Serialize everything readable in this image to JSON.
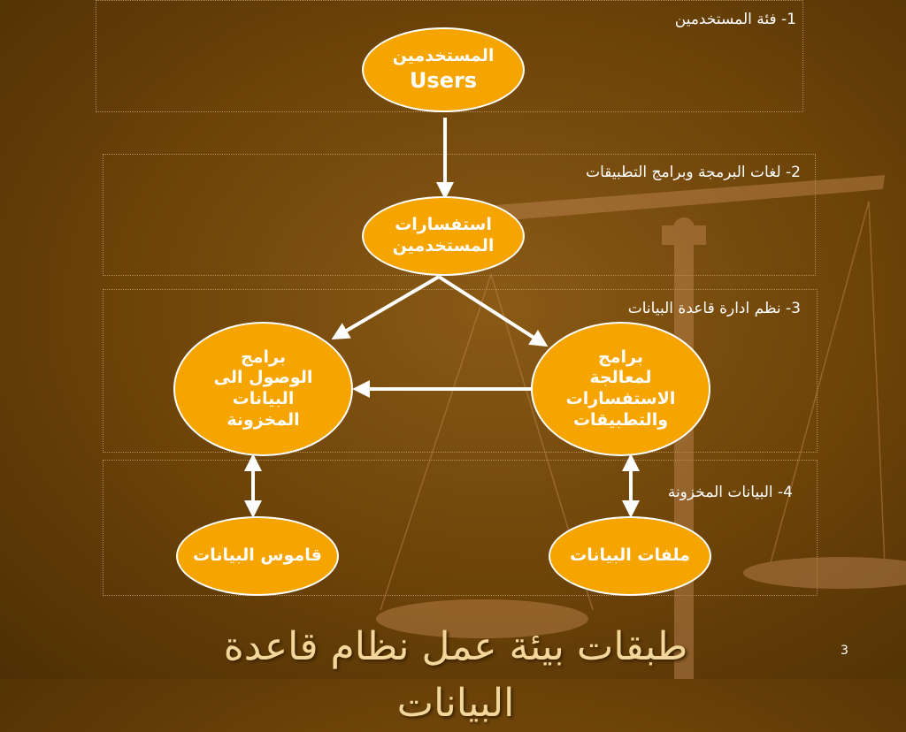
{
  "layers": [
    {
      "id": "layer-1",
      "label": "1- فئة المستخدمين"
    },
    {
      "id": "layer-2",
      "label": "2- لغات البرمجة وبرامج التطبيقات"
    },
    {
      "id": "layer-3",
      "label": "3- نظم ادارة قاعدة البيانات"
    },
    {
      "id": "layer-4",
      "label": "4- البيانات المخزونة"
    }
  ],
  "nodes": {
    "users": {
      "line1": "المستخدمين",
      "line2": "Users"
    },
    "queries": {
      "line1": "استفسارات",
      "line2": "المستخدمين"
    },
    "processing": {
      "line1": "برامج",
      "line2": "لمعالجة",
      "line3": "الاستفسارات",
      "line4": "والتطبيقات"
    },
    "access": {
      "line1": "برامج",
      "line2": "الوصول الى",
      "line3": "البيانات",
      "line4": "المخزونة"
    },
    "data_files": {
      "line1": "ملفات البيانات"
    },
    "dictionary": {
      "line1": "قاموس البيانات"
    }
  },
  "title": "طبقات بيئة عمل نظام قاعدة البيانات",
  "page_number": "3",
  "colors": {
    "node_fill": "#f6a400",
    "node_border": "#ffffff",
    "arrow": "#ffffff",
    "title": "#f3d79a"
  }
}
